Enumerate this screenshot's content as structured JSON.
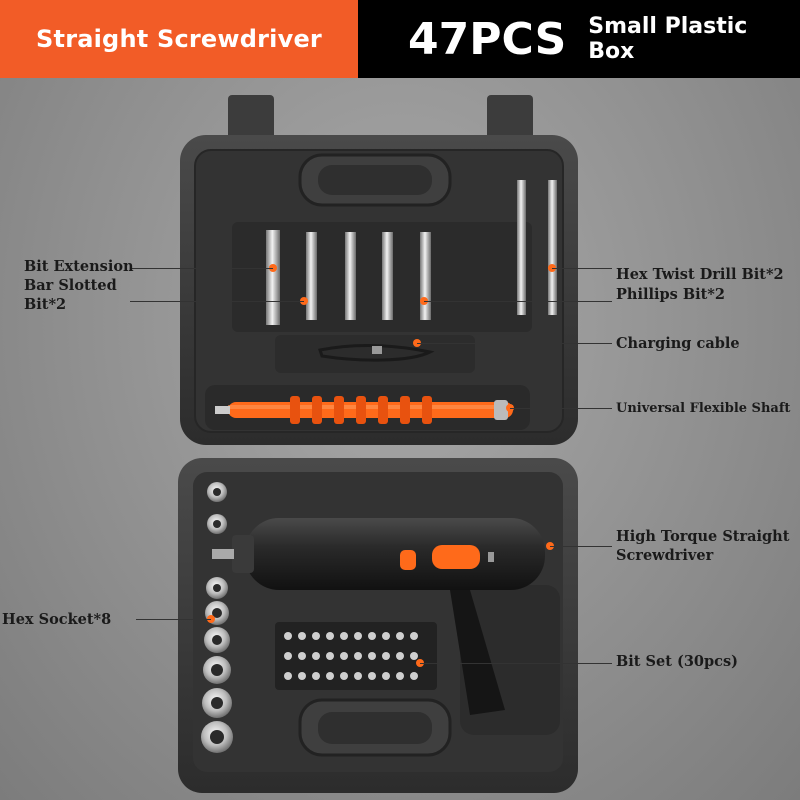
{
  "banner": {
    "left_title": "Straight Screwdriver",
    "count": "47PCS",
    "subtitle": "Small Plastic Box",
    "accent_color": "#f25c27"
  },
  "callouts": {
    "bit_extension": [
      "Bit Extension",
      "Bar Slotted",
      "Bit*2"
    ],
    "hex_twist": "Hex Twist Drill Bit*2",
    "phillips": "Phillips Bit*2",
    "charging": "Charging cable",
    "flex_shaft": "Universal Flexible Shaft",
    "screwdriver": [
      "High Torque Straight",
      "Screwdriver"
    ],
    "hex_socket": "Hex Socket*8",
    "bit_set": "Bit Set (30pcs)"
  }
}
